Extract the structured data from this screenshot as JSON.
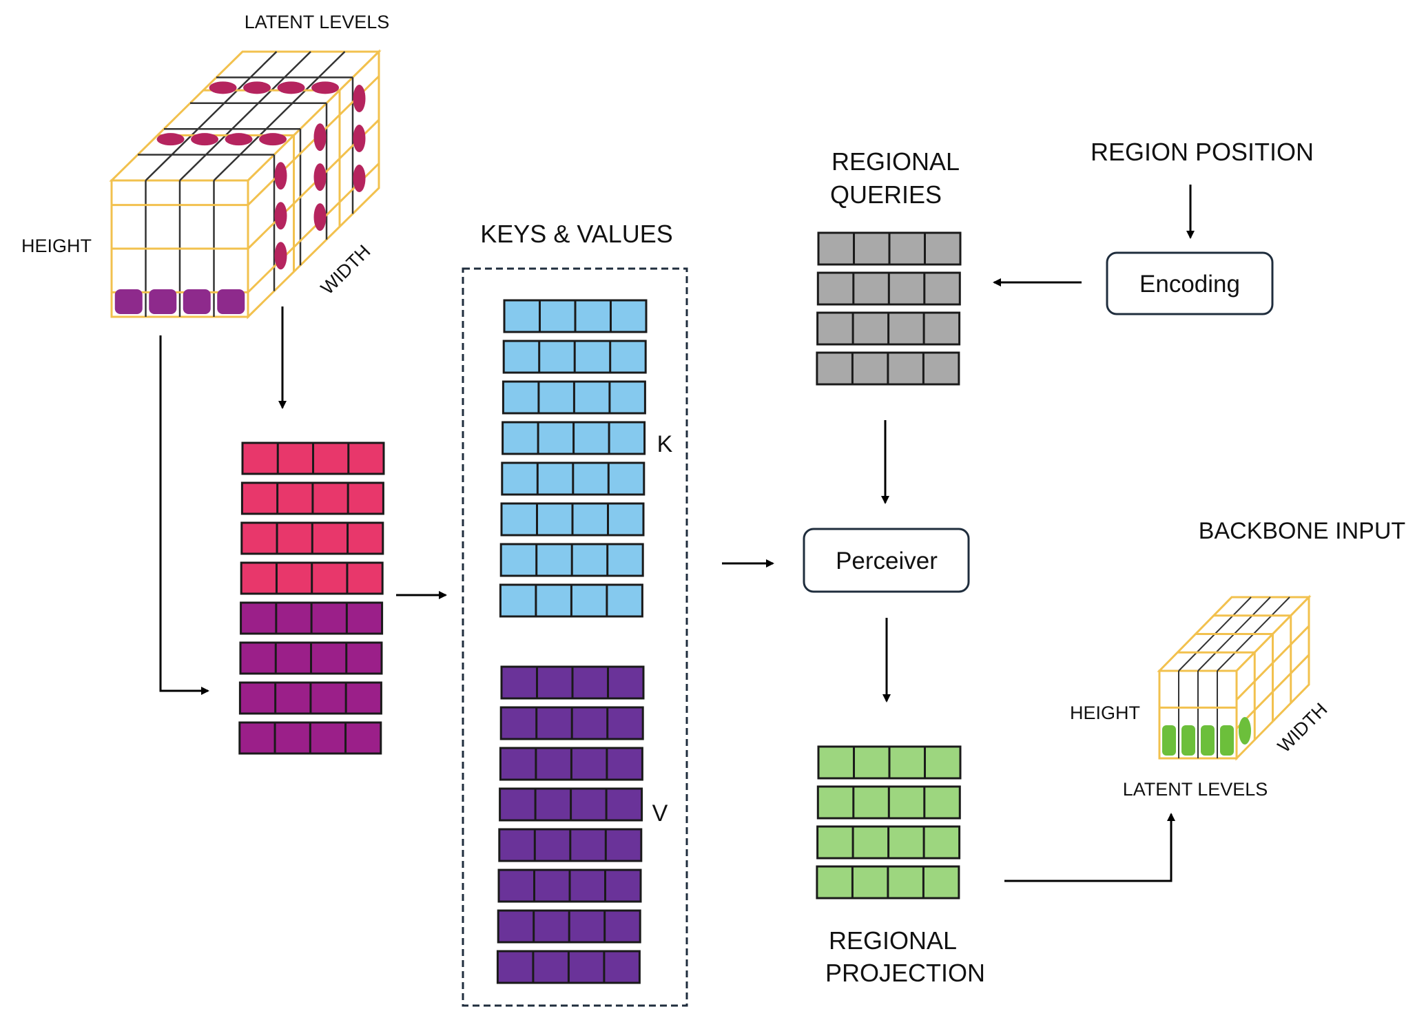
{
  "colors": {
    "cube_edge": "#f2c14e",
    "cube_grid": "#333333",
    "latent_blob": "#b5245e",
    "height_blob": "#8e2a8c",
    "output_blob": "#6cbf3b",
    "token_red": "#e8376b",
    "token_magenta": "#9b1f89",
    "key_blue": "#85c9ee",
    "value_purple": "#6a3399",
    "query_gray": "#a9a9a9",
    "projection_green": "#9dd67f",
    "arrow": "#000000",
    "box_border": "#1f2d3d"
  },
  "input_cube": {
    "latent_label": "LATENT LEVELS",
    "height_label": "HEIGHT",
    "width_label": "WIDTH"
  },
  "token_stack": {
    "row_colors": [
      "token_red",
      "token_red",
      "token_red",
      "token_red",
      "token_magenta",
      "token_magenta",
      "token_magenta",
      "token_magenta"
    ]
  },
  "keys_values": {
    "title": "KEYS & VALUES",
    "k_label": "K",
    "v_label": "V"
  },
  "queries": {
    "title_line1": "REGIONAL",
    "title_line2": "QUERIES"
  },
  "region_position": {
    "title": "REGION POSITION",
    "encoding_label": "Encoding"
  },
  "perceiver": {
    "label": "Perceiver"
  },
  "projection": {
    "title_line1": "REGIONAL",
    "title_line2": "PROJECTION"
  },
  "output_cube": {
    "title": "BACKBONE INPUT",
    "height_label": "HEIGHT",
    "width_label": "WIDTH",
    "latent_label": "LATENT LEVELS"
  }
}
